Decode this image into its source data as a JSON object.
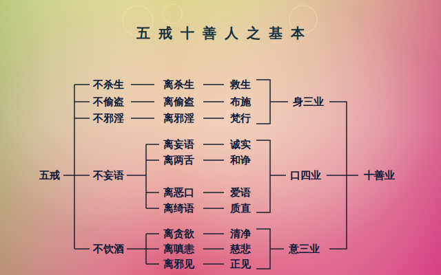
{
  "diagram": {
    "title": "五戒十善人之基本",
    "labels": [
      "五戒",
      "不杀生",
      "离杀生",
      "救生",
      "不偷盗",
      "离偷盗",
      "布施",
      "不邪淫",
      "离邪淫",
      "梵行",
      "不妄语",
      "离妄语",
      "诚实",
      "离两舌",
      "和诤",
      "离恶口",
      "爱语",
      "离绮语",
      "质直",
      "不饮酒",
      "离贪欲",
      "清净",
      "离嗔恚",
      "慈悲",
      "离邪见",
      "正见",
      "身三业",
      "口四业",
      "意三业",
      "十善业"
    ]
  }
}
